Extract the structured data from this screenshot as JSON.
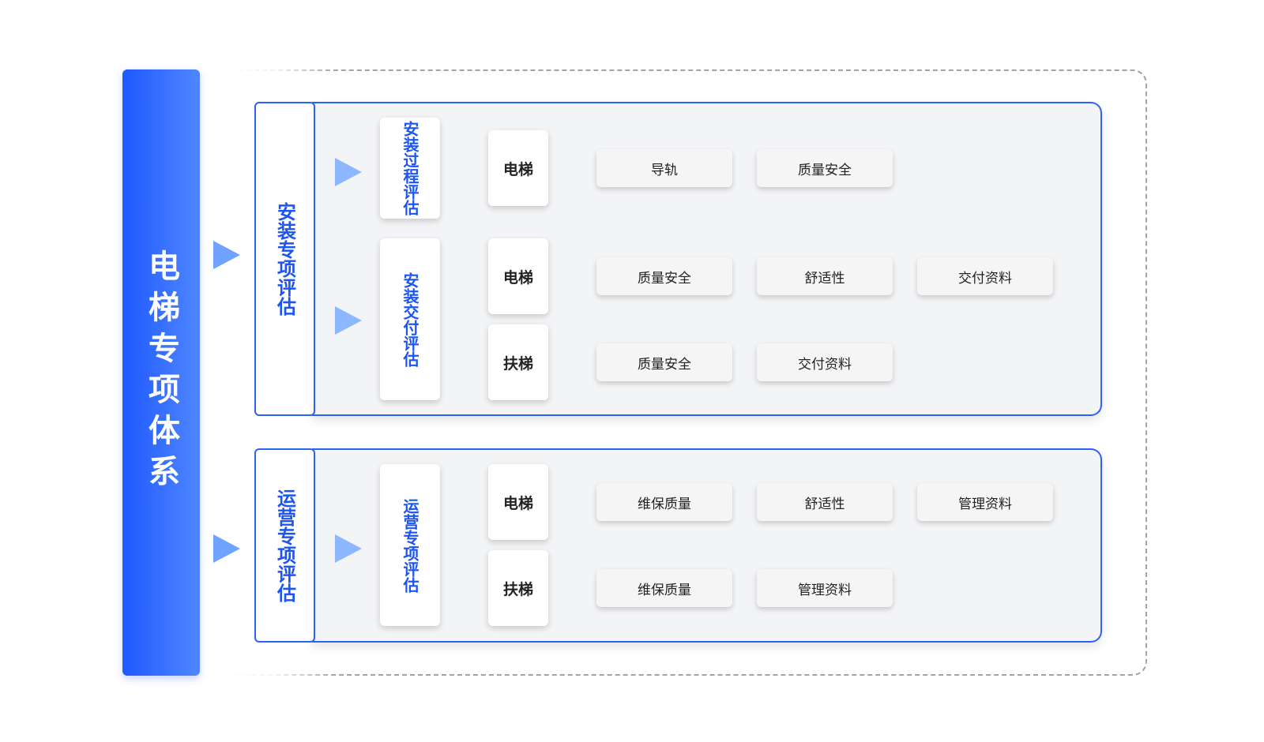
{
  "root": {
    "title": "电梯专项体系"
  },
  "categories": [
    {
      "label": "安装专项评估",
      "groups": [
        {
          "label": "安装过程评估",
          "rows": [
            {
              "type": "电梯",
              "items": [
                "导轨",
                "质量安全"
              ]
            }
          ]
        },
        {
          "label": "安装交付评估",
          "rows": [
            {
              "type": "电梯",
              "items": [
                "质量安全",
                "舒适性",
                "交付资料"
              ]
            },
            {
              "type": "扶梯",
              "items": [
                "质量安全",
                "交付资料"
              ]
            }
          ]
        }
      ]
    },
    {
      "label": "运营专项评估",
      "groups": [
        {
          "label": "运营专项评估",
          "rows": [
            {
              "type": "电梯",
              "items": [
                "维保质量",
                "舒适性",
                "管理资料"
              ]
            },
            {
              "type": "扶梯",
              "items": [
                "维保质量",
                "管理资料"
              ]
            }
          ]
        }
      ]
    }
  ],
  "colors": {
    "accent": "#2a62f5",
    "root_gradient_start": "#1f59ff",
    "root_gradient_end": "#4f86ff",
    "panel_bg": "#f3f4f6",
    "dashed_frame": "#9ea3ad"
  },
  "icons": [
    "arrow-right-icon"
  ]
}
